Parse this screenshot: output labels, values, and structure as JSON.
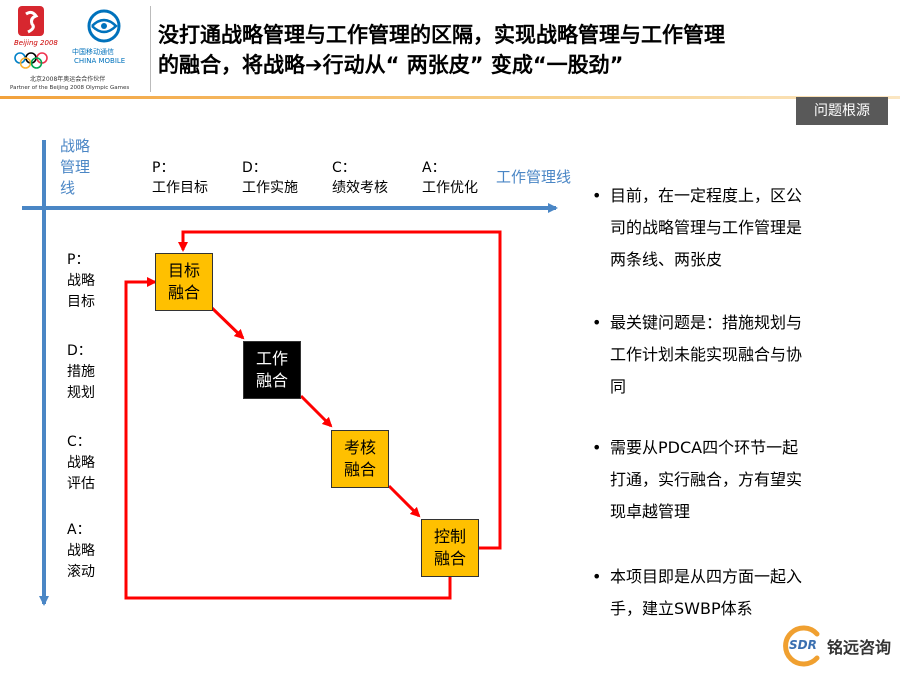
{
  "header": {
    "headline_line1": "没打通战略管理与工作管理的区隔，实现战略管理与工作管理",
    "headline_line2": "的融合，将战略➔行动从“ 两张皮” 变成“一股劲”",
    "olympic_text": "Beijing 2008",
    "mobile_cn": "中国移动通信",
    "mobile_en": "CHINA MOBILE",
    "partner_cn": "北京2008年奥运会合作伙伴",
    "partner_en": "Partner of the Beijing 2008 Olympic Games",
    "tag": "问题根源"
  },
  "diagram": {
    "y_axis_label": [
      "战略",
      "管理",
      "线"
    ],
    "x_axis_label": "工作管理线",
    "top_steps": [
      {
        "code": "P：",
        "label": "工作目标"
      },
      {
        "code": "D：",
        "label": "工作实施"
      },
      {
        "code": "C：",
        "label": "绩效考核"
      },
      {
        "code": "A：",
        "label": "工作优化"
      }
    ],
    "side_steps": [
      {
        "code": "P：",
        "line1": "战略",
        "line2": "目标"
      },
      {
        "code": "D：",
        "line1": "措施",
        "line2": "规划"
      },
      {
        "code": "C：",
        "line1": "战略",
        "line2": "评估"
      },
      {
        "code": "A：",
        "line1": "战略",
        "line2": "滚动"
      }
    ],
    "boxes": [
      {
        "line1": "目标",
        "line2": "融合"
      },
      {
        "line1": "工作",
        "line2": "融合"
      },
      {
        "line1": "考核",
        "line2": "融合"
      },
      {
        "line1": "控制",
        "line2": "融合"
      }
    ],
    "colors": {
      "axis": "#4a86c5",
      "arrow": "#ff0000",
      "box_fill": "#ffc000",
      "box_dark": "#000000"
    }
  },
  "bullets": [
    {
      "lines": [
        "目前，在一定程度上，区公",
        "司的战略管理与工作管理是",
        "两条线、两张皮"
      ]
    },
    {
      "lines": [
        "最关键问题是：措施规划与",
        "工作计划未能实现融合与协",
        "同"
      ]
    },
    {
      "lines": [
        "需要从PDCA四个环节一起",
        "打通，实行融合，方有望实",
        "现卓越管理"
      ]
    },
    {
      "lines": [
        "本项目即是从四方面一起入",
        "手，建立SWBP体系"
      ]
    }
  ],
  "bullet_symbol": "•",
  "footer": {
    "logo_mark": "SDR",
    "logo_text": "铭远咨询"
  }
}
